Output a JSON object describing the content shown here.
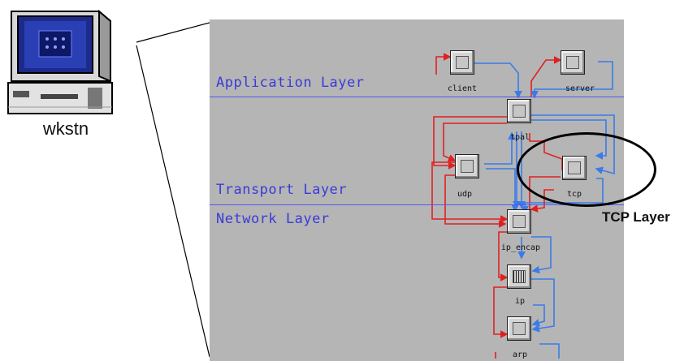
{
  "workstation": {
    "label": "wkstn",
    "icon": "workstation-icon"
  },
  "layers": {
    "application": "Application Layer",
    "transport": "Transport Layer",
    "network": "Network Layer"
  },
  "modules": {
    "client": "client",
    "server": "server",
    "tpal": "tpal",
    "udp": "udp",
    "tcp": "tcp",
    "ip_encap": "ip_encap",
    "ip": "ip",
    "arp": "arp"
  },
  "highlight": {
    "label": "TCP Layer"
  },
  "colors": {
    "panel": "#b5b5b5",
    "layer_line": "#5555ee",
    "layer_text": "#3a3ad8",
    "red_wire": "#e02020",
    "blue_wire": "#3a7be8"
  }
}
